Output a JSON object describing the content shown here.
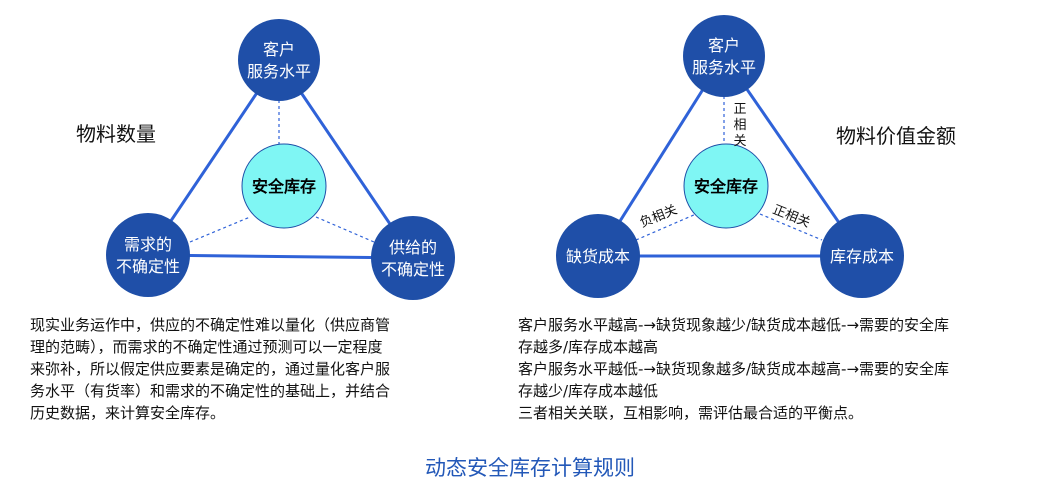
{
  "colors": {
    "node_fill": "#1f4fa8",
    "center_fill": "#7ff6f4",
    "edge": "#2f62d8",
    "dashed": "#2f62d8",
    "footer_text": "#2358b8"
  },
  "left_diagram": {
    "title": "物料数量",
    "top_node": [
      "客户",
      "服务水平"
    ],
    "left_node": [
      "需求的",
      "不确定性"
    ],
    "right_node": [
      "供给的",
      "不确定性"
    ],
    "center": "安全库存"
  },
  "right_diagram": {
    "title": "物料价值金额",
    "top_node": [
      "客户",
      "服务水平"
    ],
    "left_node": "缺货成本",
    "right_node": "库存成本",
    "center": "安全库存",
    "edge_label_top": [
      "正",
      "相",
      "关"
    ],
    "edge_label_left": "负相关",
    "edge_label_right": "正相关"
  },
  "left_text": [
    "现实业务运作中，供应的不确定性难以量化（供应商管",
    "理的范畴），而需求的不确定性通过预测可以一定程度",
    "来弥补，所以假定供应要素是确定的，通过量化客户服",
    "务水平（有货率）和需求的不确定性的基础上，并结合",
    "历史数据，来计算安全库存。"
  ],
  "right_text": [
    "客户服务水平越高-→缺货现象越少/缺货成本越低-→需要的安全库",
    "存越多/库存成本越高",
    "客户服务水平越低-→缺货现象越多/缺货成本越高-→需要的安全库",
    "存越少/库存成本越低",
    "三者相关关联，互相影响，需评估最合适的平衡点。"
  ],
  "footer_title": "动态安全库存计算规则"
}
